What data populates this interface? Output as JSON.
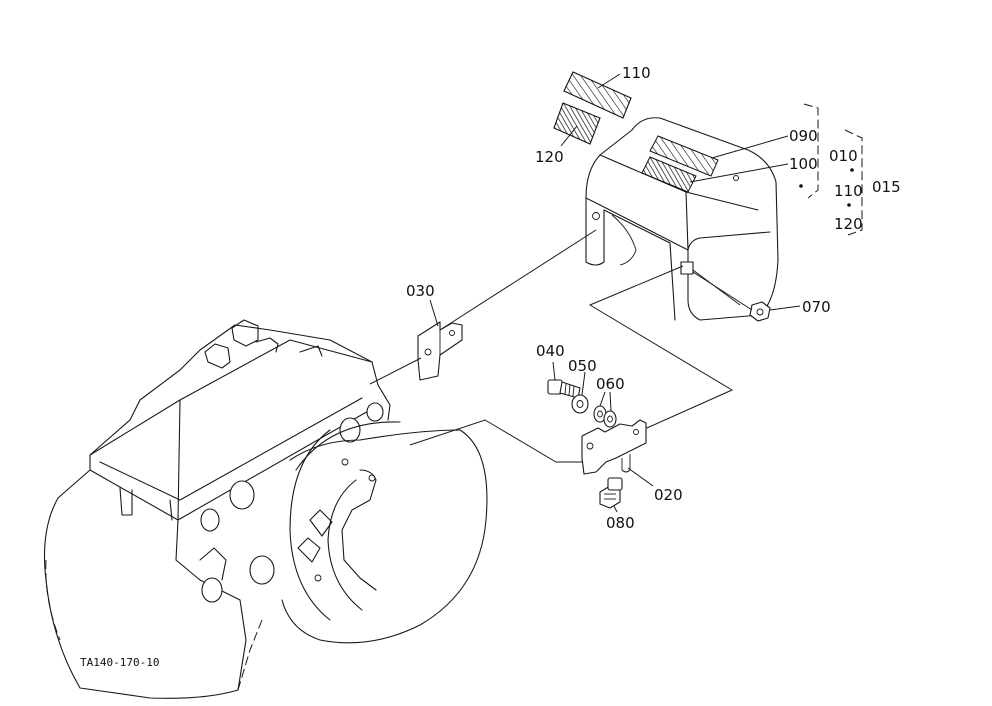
{
  "callouts": {
    "c110_top": "110",
    "c120_top": "120",
    "c090": "090",
    "c100": "100",
    "c010": "010",
    "c110_mid": "110",
    "c120_bot": "120",
    "c015": "015",
    "c070": "070",
    "c030": "030",
    "c040": "040",
    "c050": "050",
    "c060": "060",
    "c020": "020",
    "c080": "080"
  },
  "figure_code": "TA140-170-10"
}
